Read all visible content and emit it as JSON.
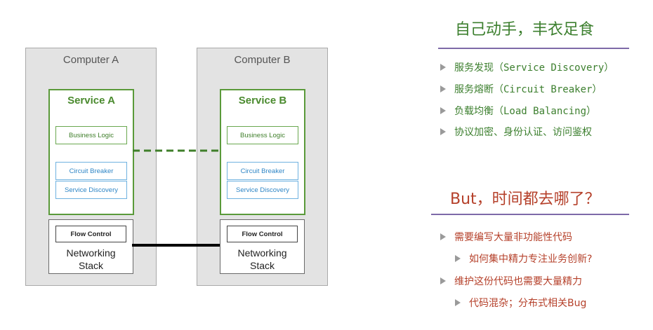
{
  "diagram": {
    "computer_a": {
      "title": "Computer A",
      "service_title": "Service A",
      "business_logic": "Business Logic",
      "circuit_breaker": "Circuit Breaker",
      "service_discovery": "Service Discovery",
      "flow_control": "Flow Control",
      "networking_line1": "Networking",
      "networking_line2": "Stack"
    },
    "computer_b": {
      "title": "Computer B",
      "service_title": "Service B",
      "business_logic": "Business Logic",
      "circuit_breaker": "Circuit Breaker",
      "service_discovery": "Service Discovery",
      "flow_control": "Flow Control",
      "networking_line1": "Networking",
      "networking_line2": "Stack"
    },
    "colors": {
      "service_border": "#5a9a3a",
      "dashed_link": "#3f7f2a",
      "network_link": "#000000",
      "blue_box": "#6fb2e0"
    }
  },
  "panel_top": {
    "heading": "自己动手，丰衣足食",
    "items": [
      "服务发现（Service Discovery）",
      "服务熔断（Circuit Breaker）",
      "负载均衡（Load Balancing）",
      "协议加密、身份认证、访问鉴权"
    ]
  },
  "panel_bottom": {
    "heading": "But，时间都去哪了？",
    "items": [
      {
        "text": "需要编写大量非功能性代码",
        "level": 1
      },
      {
        "text": "如何集中精力专注业务创新?",
        "level": 2
      },
      {
        "text": "维护这份代码也需要大量精力",
        "level": 1
      },
      {
        "text": "代码混杂；分布式相关Bug",
        "level": 2
      }
    ]
  }
}
